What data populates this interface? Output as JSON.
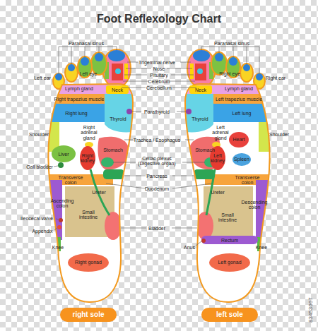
{
  "diagram": {
    "title": "Foot Reflexology Chart",
    "nodes": [
      {
        "text": [
          "Heart"
        ]
      },
      {
        "text": [
          "Spleen"
        ]
      },
      {
        "text": [
          "Right gonad"
        ]
      },
      {
        "text": [
          "Left gonad"
        ]
      },
      {
        "text": [
          "right sole"
        ]
      },
      {
        "text": [
          "left sole"
        ]
      }
    ],
    "labels": [
      "Paranasal sinus",
      "Paranasal sinus",
      "Trigeminal nerve",
      "Nose",
      "Pituitary",
      "Cerebrum",
      "Cerebellum",
      "Left eye",
      "Right eye",
      "Left ear",
      "Right ear",
      "Lymph gland",
      "Lymph gland",
      "Right trapezius muscle",
      "Left trapezius muscle",
      "Neck",
      "Neck",
      "Parathyroid",
      "Right lung",
      "Left lung",
      "Thyroid",
      "Thyroid",
      "Shoulder",
      "Shoulder",
      "Right adrenal gland",
      "Left adrenal gland",
      "Trachea / Esophagus",
      "Liver",
      "Stomach",
      "Stomach",
      "Right kidney",
      "Left kidney",
      "Celiac plexus (Digestive organ)",
      "Gall bladder",
      "Pancreas",
      "Transverse colon",
      "Transverse colon",
      "Duodenum",
      "Ureter",
      "Ureter",
      "Ascending colon",
      "Descending colon",
      "Small intestine",
      "Small intestine",
      "Ileocecal valve",
      "Bladder",
      "Appendix",
      "Anus",
      "Rectum",
      "Knee",
      "Knee",
      "83453667"
    ]
  }
}
